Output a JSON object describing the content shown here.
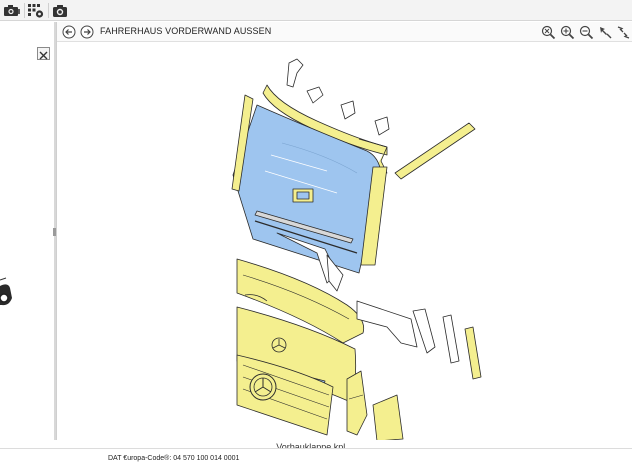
{
  "toolbar": {
    "buttons": [
      {
        "name": "camera-film-button",
        "icon": "camera-film-icon"
      },
      {
        "name": "parts-grid-button",
        "icon": "grid-gear-icon"
      },
      {
        "name": "camera-button",
        "icon": "camera-icon"
      }
    ]
  },
  "viewer": {
    "title": "FAHRERHAUS VORDERWAND AUSSEN",
    "caption": "Vorbauklappe kpl.",
    "zoom_tools": [
      "zoom-fit-icon",
      "zoom-in-icon",
      "zoom-out-icon",
      "zoom-select-icon",
      "zoom-drag-icon"
    ]
  },
  "footer": {
    "code_text": "DAT €uropa-Code®: 04 570 100 014 0001"
  },
  "colors": {
    "part_fill": "#f4ef8f",
    "windshield_fill": "#9ec5ef",
    "outline": "#2b2b2b"
  }
}
